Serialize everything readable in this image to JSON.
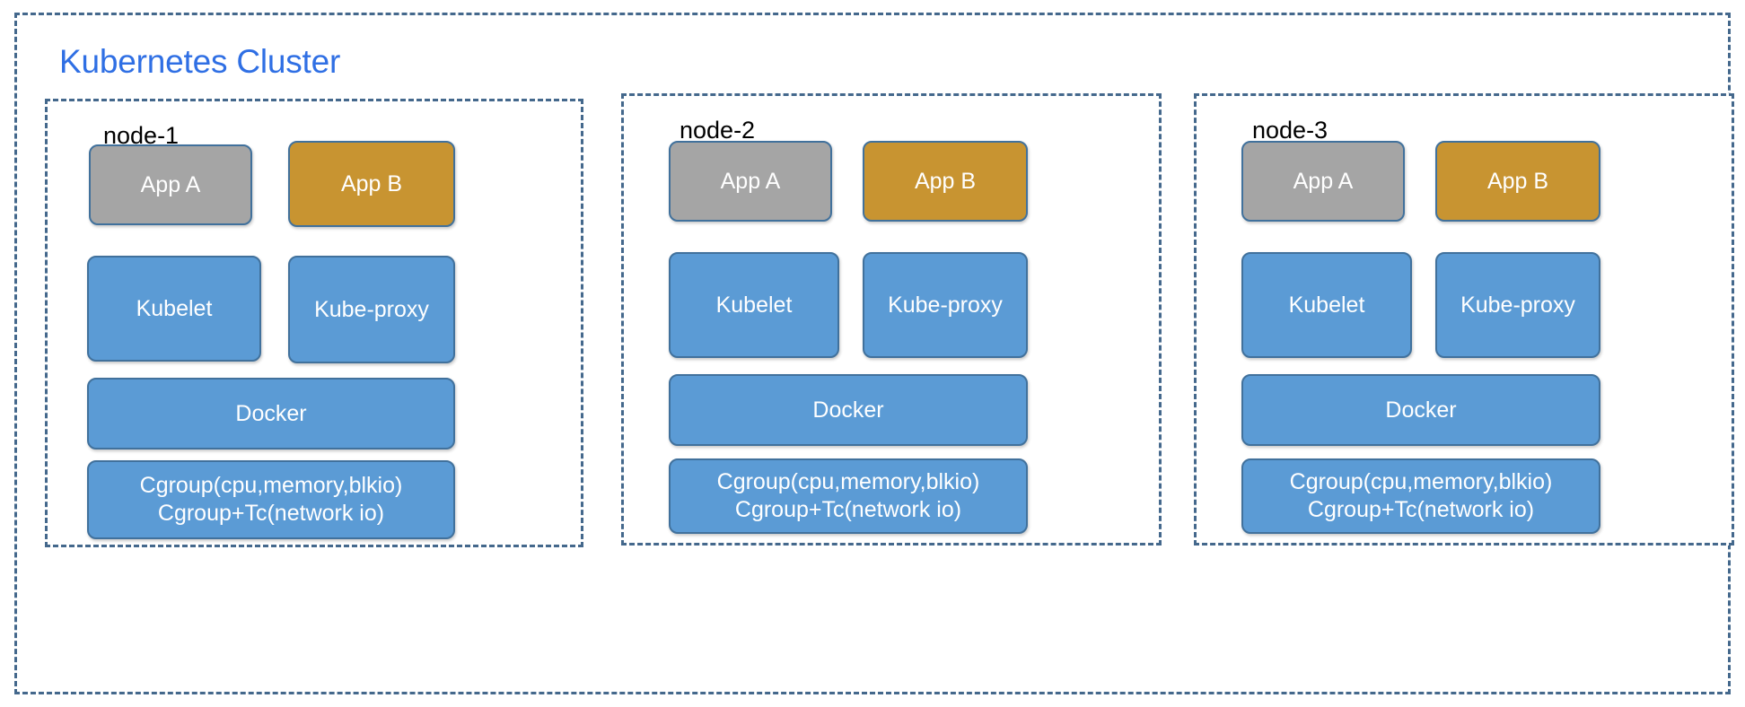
{
  "cluster": {
    "title": "Kubernetes Cluster",
    "border_color": "#44688c",
    "title_color": "#2f6fe4"
  },
  "palette": {
    "app_a": "#a5a5a5",
    "app_b": "#c89431",
    "system": "#5b9bd5",
    "box_border": "#41719c",
    "box_text": "#ffffff"
  },
  "nodes": [
    {
      "label": "node-1",
      "boxes": {
        "app_a": "App A",
        "app_b": "App B",
        "kubelet": "Kubelet",
        "kube_proxy": "Kube-proxy",
        "docker": "Docker",
        "cgroup": "Cgroup(cpu,memory,blkio)\nCgroup+Tc(network io)"
      }
    },
    {
      "label": "node-2",
      "boxes": {
        "app_a": "App A",
        "app_b": "App B",
        "kubelet": "Kubelet",
        "kube_proxy": "Kube-proxy",
        "docker": "Docker",
        "cgroup": "Cgroup(cpu,memory,blkio)\nCgroup+Tc(network io)"
      }
    },
    {
      "label": "node-3",
      "boxes": {
        "app_a": "App A",
        "app_b": "App B",
        "kubelet": "Kubelet",
        "kube_proxy": "Kube-proxy",
        "docker": "Docker",
        "cgroup": "Cgroup(cpu,memory,blkio)\nCgroup+Tc(network io)"
      }
    }
  ]
}
